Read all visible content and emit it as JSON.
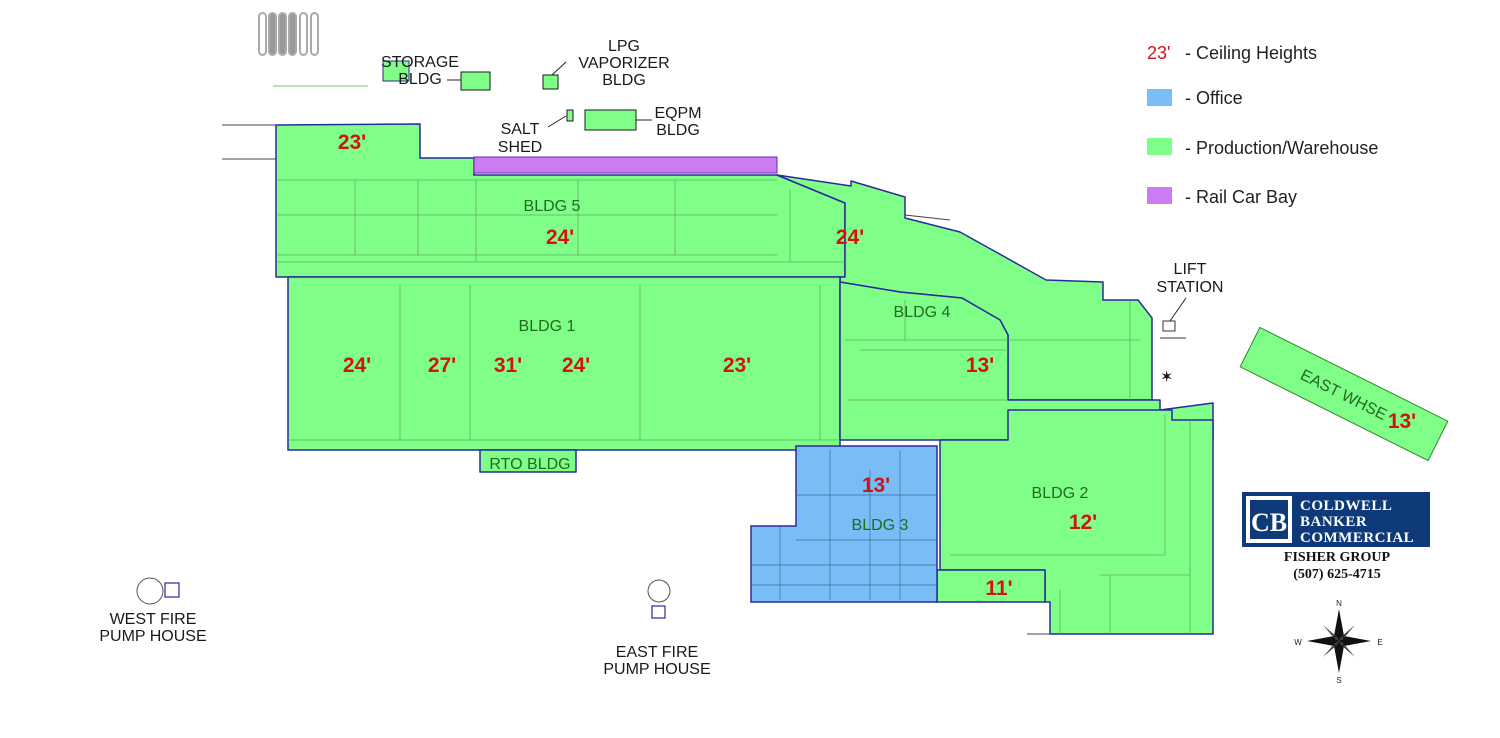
{
  "colors": {
    "production": "#80ff88",
    "office": "#79bdf6",
    "rail": "#cc7cf2",
    "outline": "#2a2a9a",
    "height_text": "#d01414",
    "building_text": "#1f6b1f"
  },
  "legend": {
    "height_sample": "23'",
    "height_label": "-  Ceiling Heights",
    "office_label": "-  Office",
    "production_label": "- Production/Warehouse",
    "rail_label": "- Rail Car Bay"
  },
  "labels": {
    "storage_1": "STORAGE",
    "storage_2": "BLDG",
    "lpg_1": "LPG",
    "lpg_2": "VAPORIZER",
    "lpg_3": "BLDG",
    "salt_1": "SALT",
    "salt_2": "SHED",
    "eqpm_1": "EQPM",
    "eqpm_2": "BLDG",
    "lift_1": "LIFT",
    "lift_2": "STATION",
    "westfire_1": "WEST FIRE",
    "westfire_2": "PUMP HOUSE",
    "eastfire_1": "EAST FIRE",
    "eastfire_2": "PUMP HOUSE"
  },
  "buildings": {
    "bldg5": "BLDG 5",
    "bldg1": "BLDG 1",
    "bldg4": "BLDG 4",
    "bldg3": "BLDG 3",
    "bldg2": "BLDG 2",
    "rto": "RTO BLDG",
    "east_whse": "EAST WHSE"
  },
  "heights": {
    "bldg5_west": "23'",
    "bldg5_center": "24'",
    "bldg5_east": "24'",
    "bldg1_a": "24'",
    "bldg1_b": "27'",
    "bldg1_c": "31'",
    "bldg1_d": "24'",
    "bldg1_e": "23'",
    "bldg4_south": "13'",
    "bldg3": "13'",
    "bldg2": "12'",
    "bldg2_south": "11'",
    "east_whse": "13'"
  },
  "logo": {
    "line1": "COLDWELL",
    "line2": "BANKER",
    "line3": "COMMERCIAL",
    "group": "FISHER GROUP",
    "phone": "(507) 625-4715"
  },
  "compass": {
    "n": "N",
    "s": "S",
    "e": "E",
    "w": "W"
  }
}
